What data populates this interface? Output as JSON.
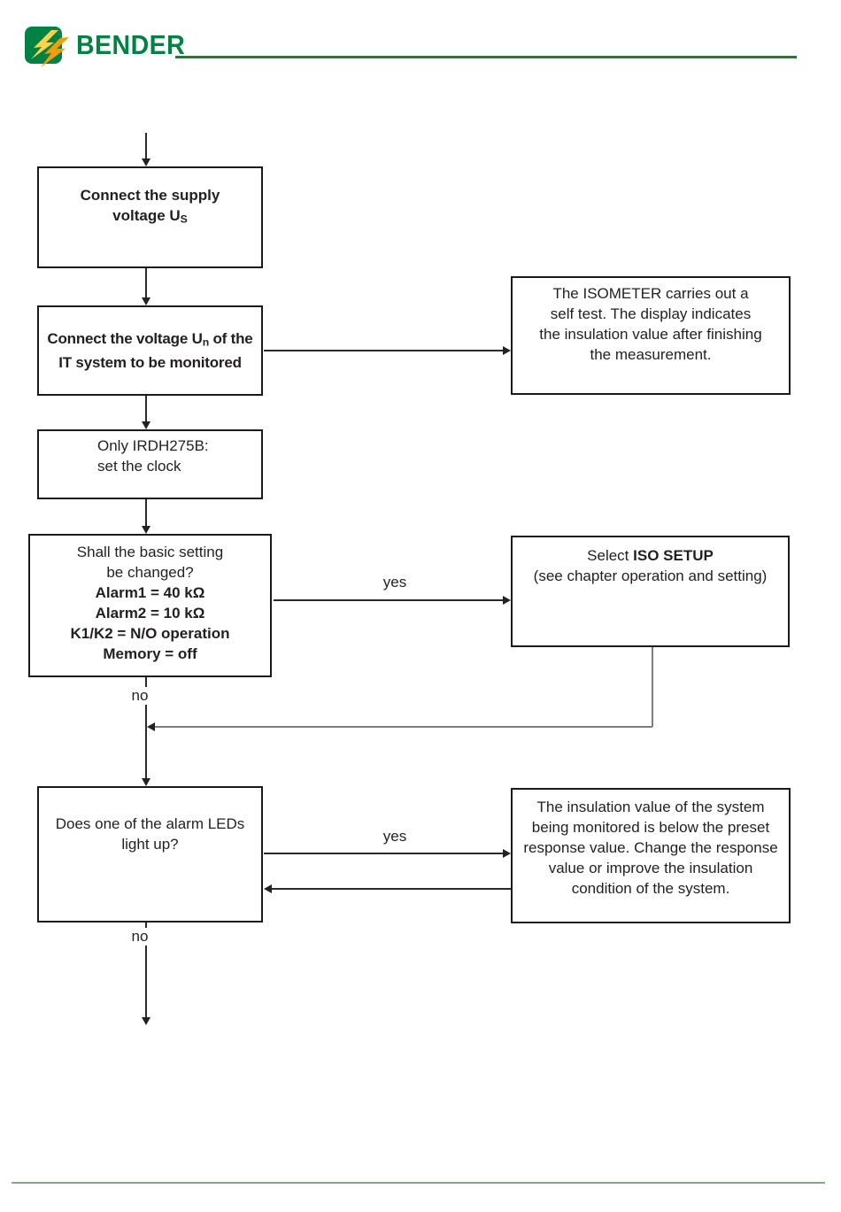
{
  "header": {
    "brand": "BENDER",
    "colors": {
      "brand_green": "#008244",
      "bolt_yellow": "#ffd24c",
      "bolt_orange": "#f29d00",
      "top_rule_green": "#1e7d33",
      "bottom_rule_green": "#7fa97f"
    }
  },
  "flowchart": {
    "boxes": {
      "supply": {
        "line1": "Connect the supply",
        "line2_pre": "voltage U",
        "line2_sub": "S"
      },
      "connect_un": {
        "line1_pre": "Connect the voltage U",
        "line1_sub": "n",
        "line1_post": " of the",
        "line2": "IT system to be monitored"
      },
      "clock": {
        "line1": "Only IRDH275B:",
        "line2": "set the clock"
      },
      "basic_setting": {
        "line1": "Shall the basic setting",
        "line2": "be changed?",
        "line3": "Alarm1 = 40 kΩ",
        "line4": "Alarm2 = 10 kΩ",
        "line5": "K1/K2 = N/O operation",
        "line6": "Memory = off"
      },
      "alarm_leds": {
        "line1": "Does one of the alarm LEDs",
        "line2": "light up?"
      },
      "self_test": {
        "lines": [
          "The ISOMETER carries out a",
          "self test. The display indicates",
          "the insulation value after finishing",
          "the measurement."
        ]
      },
      "iso_setup": {
        "line1_pre": "Select ",
        "line1_bold": "ISO SETUP",
        "line2": "(see chapter operation and setting)"
      },
      "insulation_low": {
        "lines": [
          "The insulation value of the system",
          "being monitored is below the preset",
          "response value. Change the response",
          "value or improve the insulation",
          "condition of the system."
        ]
      }
    },
    "labels": {
      "yes1": "yes",
      "no1": "no",
      "yes2": "yes",
      "no2": "no"
    }
  }
}
